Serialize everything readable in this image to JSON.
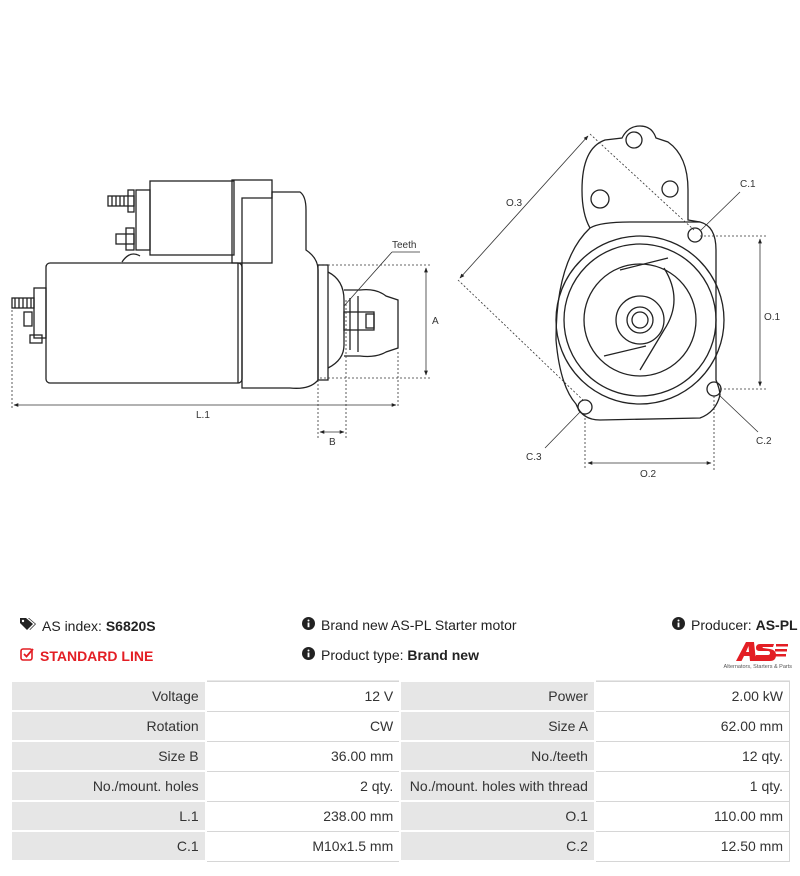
{
  "drawing_labels": {
    "teeth": "Teeth",
    "a": "A",
    "b": "B",
    "l1": "L.1",
    "o3": "O.3",
    "c1": "C.1",
    "o1": "O.1",
    "c2": "C.2",
    "c3": "C.3",
    "o2": "O.2"
  },
  "info": {
    "index_label": "AS index:",
    "index_value": "S6820S",
    "standard_line": "STANDARD LINE",
    "description": "Brand new AS-PL Starter motor",
    "product_type_label": "Product type:",
    "product_type_value": "Brand new",
    "producer_label": "Producer:",
    "producer_value": "AS-PL"
  },
  "logo": {
    "mark": "AS",
    "tagline": "Alternators, Starters & Parts",
    "color": "#e31e24"
  },
  "specs": [
    [
      "Voltage",
      "12 V",
      "Power",
      "2.00 kW"
    ],
    [
      "Rotation",
      "CW",
      "Size A",
      "62.00 mm"
    ],
    [
      "Size B",
      "36.00 mm",
      "No./teeth",
      "12 qty."
    ],
    [
      "No./mount. holes",
      "2 qty.",
      "No./mount. holes with thread",
      "1 qty."
    ],
    [
      "L.1",
      "238.00 mm",
      "O.1",
      "110.00 mm"
    ],
    [
      "C.1",
      "M10x1.5 mm",
      "C.2",
      "12.50 mm"
    ]
  ]
}
